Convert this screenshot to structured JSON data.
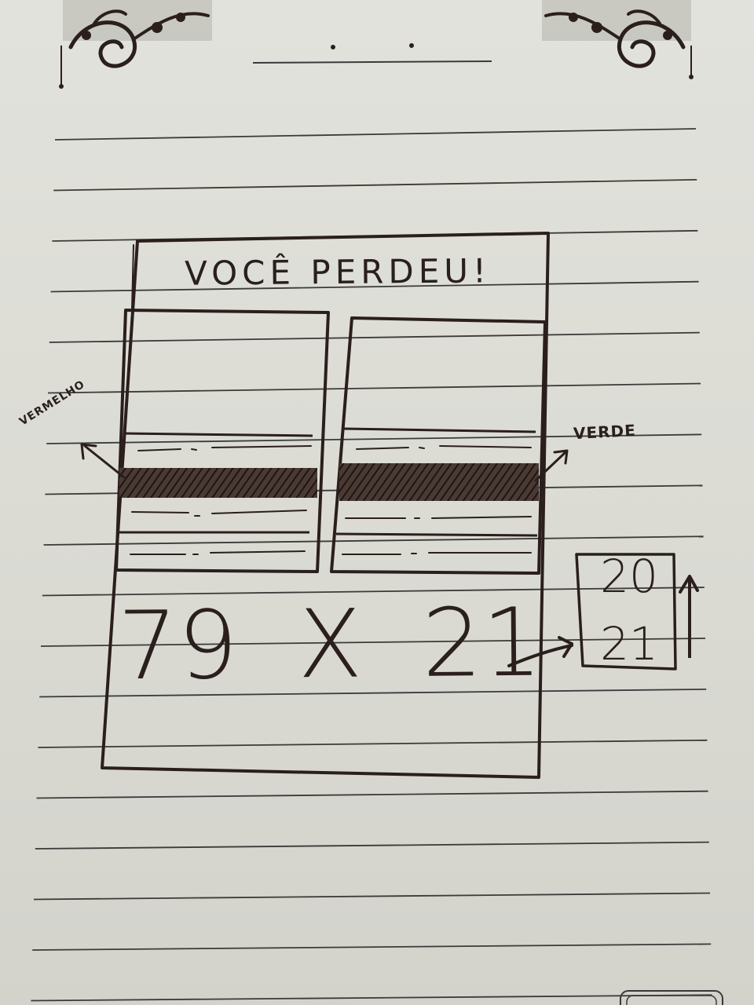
{
  "sketch": {
    "title": "VOCÊ PERDEU!",
    "score_left": "79",
    "score_separator": "X",
    "score_right": "21",
    "annotation_left": "VERMELHO",
    "annotation_right": "VERDE",
    "counter_box": {
      "top_value": "20",
      "bottom_value": "21"
    }
  },
  "colors": {
    "ink": "#2a1f1c",
    "paper": "#dcdcd6",
    "ruling": "#3a3a3a"
  }
}
